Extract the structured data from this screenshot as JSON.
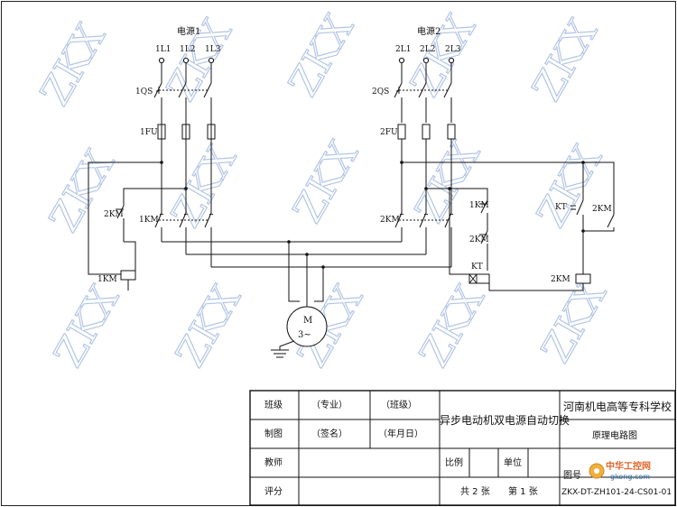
{
  "diagram": {
    "source1": {
      "title": "电源1",
      "phases": [
        "1L1",
        "1L2",
        "1L3"
      ],
      "switch": "1QS",
      "fuse": "1FU",
      "contactor": "1KM"
    },
    "source2": {
      "title": "电源2",
      "phases": [
        "2L1",
        "2L2",
        "2L3"
      ],
      "switch": "2QS",
      "fuse": "2FU",
      "contactor": "2KM"
    },
    "control_left": {
      "interlock": "2KM",
      "coil": "1KM"
    },
    "control_right": {
      "contact_1km": "1KM",
      "contact_2km": "2KM",
      "timer_coil": "KT",
      "timer_contact": "KT",
      "holding": "2KM",
      "coil_2km": "2KM"
    },
    "motor": {
      "letter": "M",
      "phase": "3~"
    }
  },
  "watermark": "ZKX",
  "title_block": {
    "row1": {
      "c1": "班级",
      "c2": "（专业）",
      "c3": "（班级）"
    },
    "row2": {
      "c1": "制图",
      "c2": "（签名）",
      "c3": "（年月日）"
    },
    "row3": {
      "c1": "教师"
    },
    "row4": {
      "c1": "评分"
    },
    "drawing_title": "异步电动机双电源自动切换",
    "school": "河南机电高等专科学校",
    "diagram_type": "原理电路图",
    "scale_label": "比例",
    "unit_label": "单位",
    "sheets_total": "共 2 张",
    "sheet_no": "第 1 张",
    "drawing_no_label": "图号",
    "drawing_no": "ZKX-DT-ZH101-24-CS01-01",
    "brand": "中华工控网",
    "brand_url": "gkong.com"
  }
}
